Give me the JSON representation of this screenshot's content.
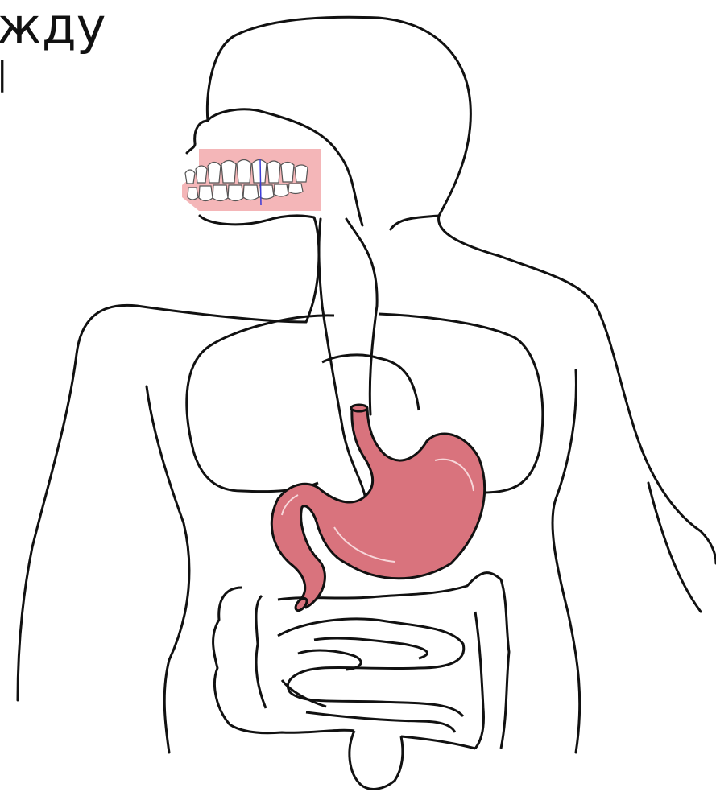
{
  "text_fragments": {
    "line1": "жду",
    "line2": "|"
  },
  "colors": {
    "outline": "#111111",
    "stomach_fill": "#d9737d",
    "gum_fill": "#f4b6b8",
    "teeth_fill": "#ffffff",
    "midline": "#3b3bd6"
  },
  "icons": [
    "human-body-silhouette",
    "teeth-image",
    "esophagus",
    "stomach",
    "small-intestine",
    "large-intestine",
    "lungs"
  ]
}
